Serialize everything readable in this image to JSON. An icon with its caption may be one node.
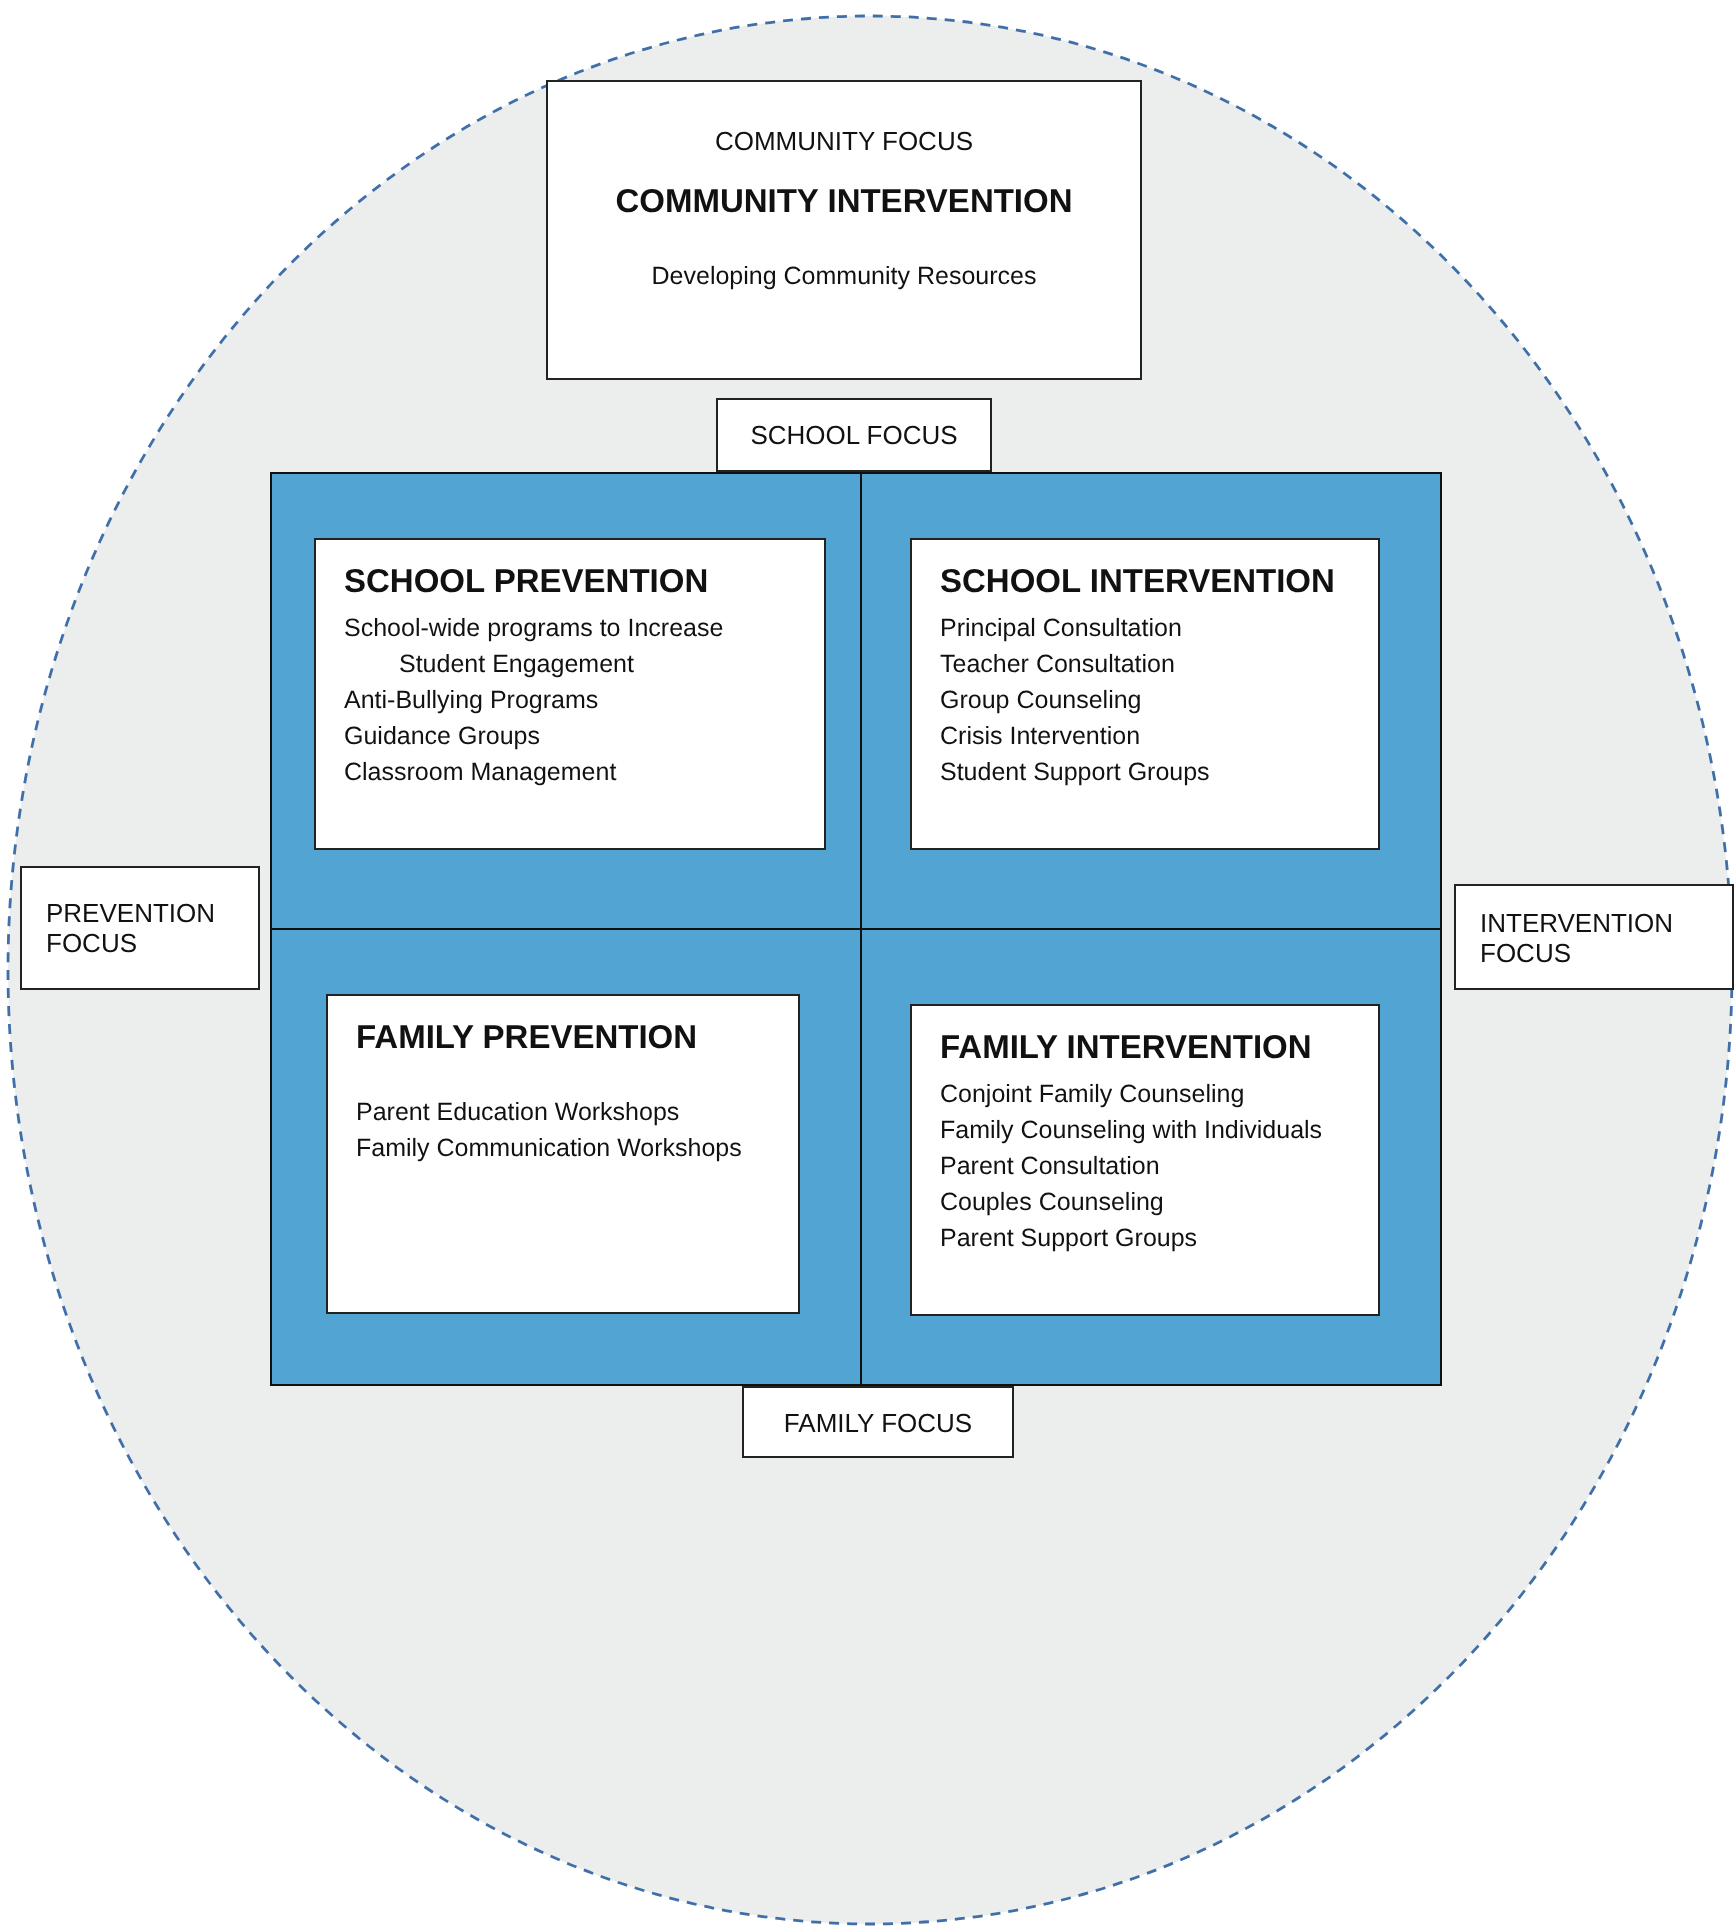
{
  "diagram": {
    "nodes": [
      {
        "text": [
          "COMMUNITY FOCUS",
          "COMMUNITY INTERVENTION",
          "Developing Community Resources"
        ]
      },
      {
        "text": [
          "SCHOOL FOCUS"
        ]
      },
      {
        "text": [
          "SCHOOL PREVENTION",
          "School-wide programs to Increase Student Engagement",
          "Anti-Bullying Programs",
          "Guidance Groups",
          "Classroom Management"
        ]
      },
      {
        "text": [
          "SCHOOL INTERVENTION",
          "Principal Consultation",
          "Teacher Consultation",
          "Group Counseling",
          "Crisis Intervention",
          "Student Support Groups"
        ]
      },
      {
        "text": [
          "PREVENTION FOCUS"
        ]
      },
      {
        "text": [
          "INTERVENTION FOCUS"
        ]
      },
      {
        "text": [
          "FAMILY PREVENTION",
          "Parent Education Workshops",
          "Family Communication Workshops"
        ]
      },
      {
        "text": [
          "FAMILY INTERVENTION",
          "Conjoint Family Counseling",
          "Family Counseling with Individuals",
          "Parent Consultation",
          "Couples Counseling",
          "Parent Support Groups"
        ]
      },
      {
        "text": [
          "FAMILY FOCUS"
        ]
      }
    ]
  }
}
